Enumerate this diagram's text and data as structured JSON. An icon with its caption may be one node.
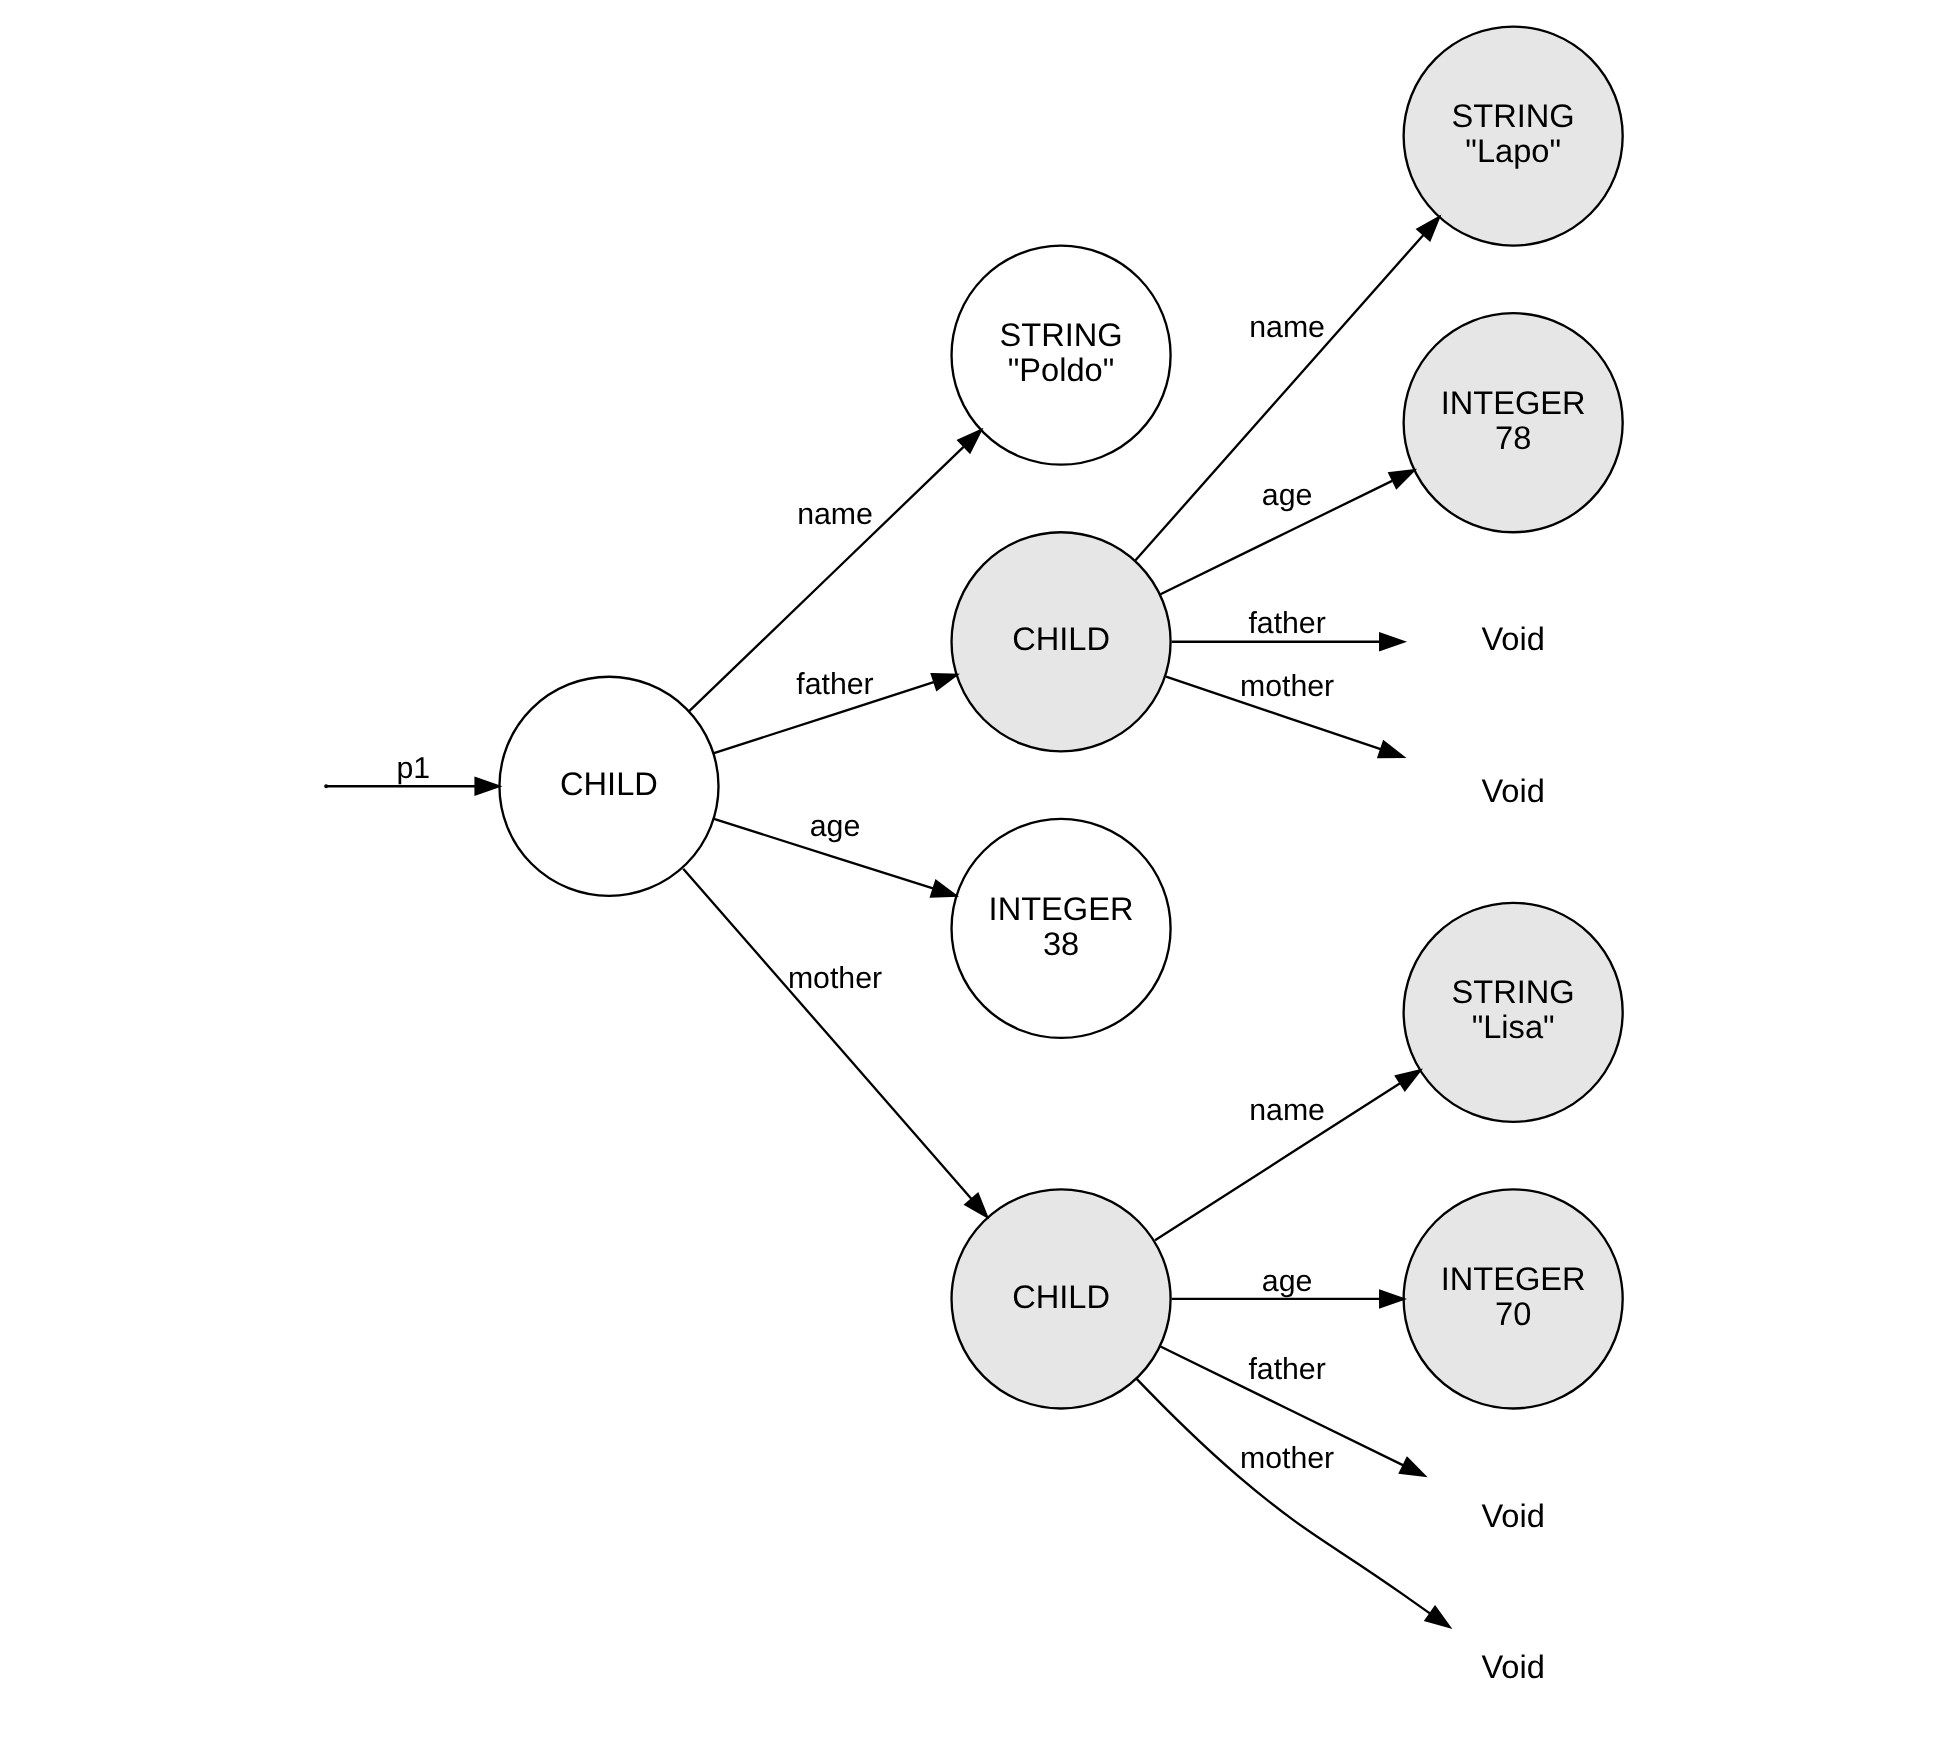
{
  "diagram": {
    "nodes": [
      {
        "text": [
          "CHILD"
        ]
      },
      {
        "text": [
          "STRING",
          "\"Poldo\""
        ]
      },
      {
        "text": [
          "CHILD"
        ]
      },
      {
        "text": [
          "STRING",
          "\"Lapo\""
        ]
      },
      {
        "text": [
          "INTEGER",
          "78"
        ]
      },
      {
        "text": [
          "Void"
        ]
      },
      {
        "text": [
          "Void"
        ]
      },
      {
        "text": [
          "INTEGER",
          "38"
        ]
      },
      {
        "text": [
          "CHILD"
        ]
      },
      {
        "text": [
          "STRING",
          "\"Lisa\""
        ]
      },
      {
        "text": [
          "INTEGER",
          "70"
        ]
      },
      {
        "text": [
          "Void"
        ]
      },
      {
        "text": [
          "Void"
        ]
      }
    ],
    "edges": [
      {
        "from": null,
        "to": 0,
        "arrow": "to",
        "label": "p1"
      },
      {
        "from": 0,
        "to": 1,
        "arrow": "to",
        "label": "name"
      },
      {
        "from": 0,
        "to": 2,
        "arrow": "to",
        "label": "father"
      },
      {
        "from": 2,
        "to": 3,
        "arrow": "to",
        "label": "name"
      },
      {
        "from": 2,
        "to": 4,
        "arrow": "to",
        "label": "age"
      },
      {
        "from": 2,
        "to": 5,
        "arrow": "to",
        "label": "father"
      },
      {
        "from": 2,
        "to": 6,
        "arrow": "to",
        "label": "mother"
      },
      {
        "from": 0,
        "to": 7,
        "arrow": "to",
        "label": "age"
      },
      {
        "from": 0,
        "to": 8,
        "arrow": "to",
        "label": "mother"
      },
      {
        "from": 8,
        "to": 9,
        "arrow": "to",
        "label": "name"
      },
      {
        "from": 8,
        "to": 10,
        "arrow": "to",
        "label": "age"
      },
      {
        "from": 8,
        "to": 11,
        "arrow": "to",
        "label": "father"
      },
      {
        "from": 8,
        "to": 12,
        "arrow": "to",
        "label": "mother"
      }
    ]
  }
}
